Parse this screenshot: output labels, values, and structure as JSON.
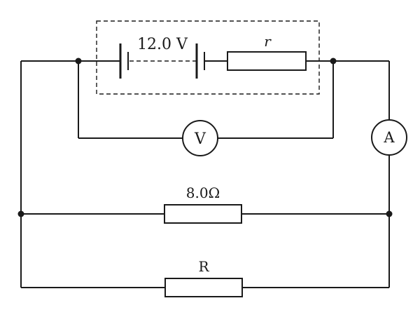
{
  "battery": {
    "emf_label": "12.0 V"
  },
  "internal_resistor": {
    "label": "r"
  },
  "voltmeter": {
    "label": "V"
  },
  "ammeter": {
    "label": "A"
  },
  "resistor_fixed": {
    "label": "8.0Ω"
  },
  "resistor_variable": {
    "label": "R"
  }
}
